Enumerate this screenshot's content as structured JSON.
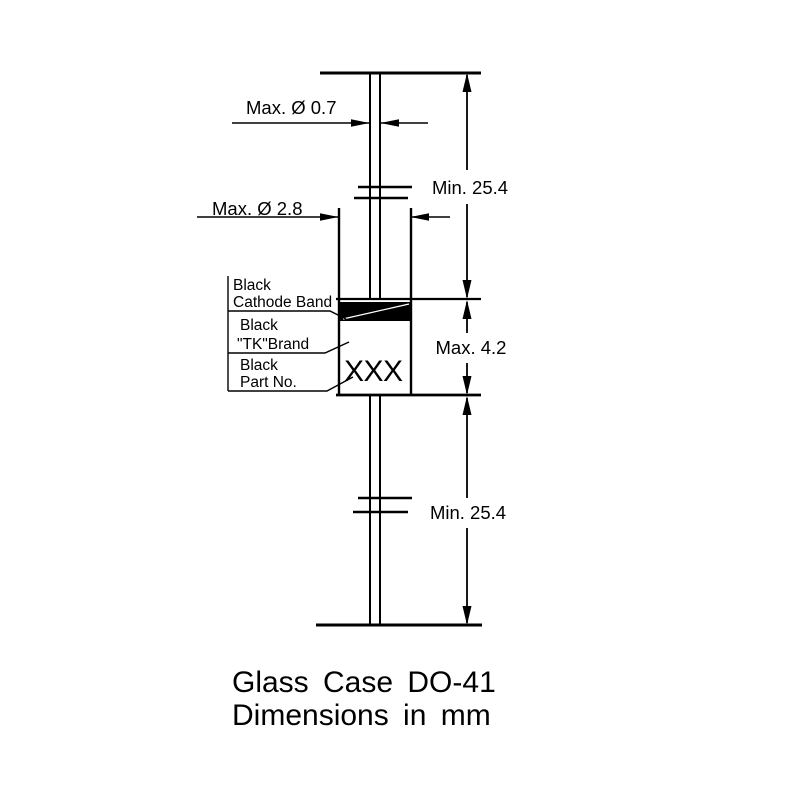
{
  "drawing": {
    "title": "DO-41 axial diode package outline drawing",
    "caption": {
      "line1": "Glass Case DO-41",
      "line2": "Dimensions in mm"
    },
    "dims": {
      "lead_diameter": "Max. Ø 0.7",
      "body_diameter": "Max. Ø 2.8",
      "top_lead_length": "Min. 25.4",
      "body_length": "Max. 4.2",
      "bottom_lead_length": "Min. 25.4"
    },
    "callouts": {
      "cathode_band": {
        "line1": "Black",
        "line2": "Cathode Band"
      },
      "brand": {
        "line1": "Black",
        "line2": "\"TK\"Brand"
      },
      "part_no": {
        "line1": "Black",
        "line2": "Part No."
      }
    },
    "body_marking": "XXX",
    "colors": {
      "ink": "#000000",
      "background": "#ffffff",
      "cathode_band_fill": "#000000"
    }
  }
}
